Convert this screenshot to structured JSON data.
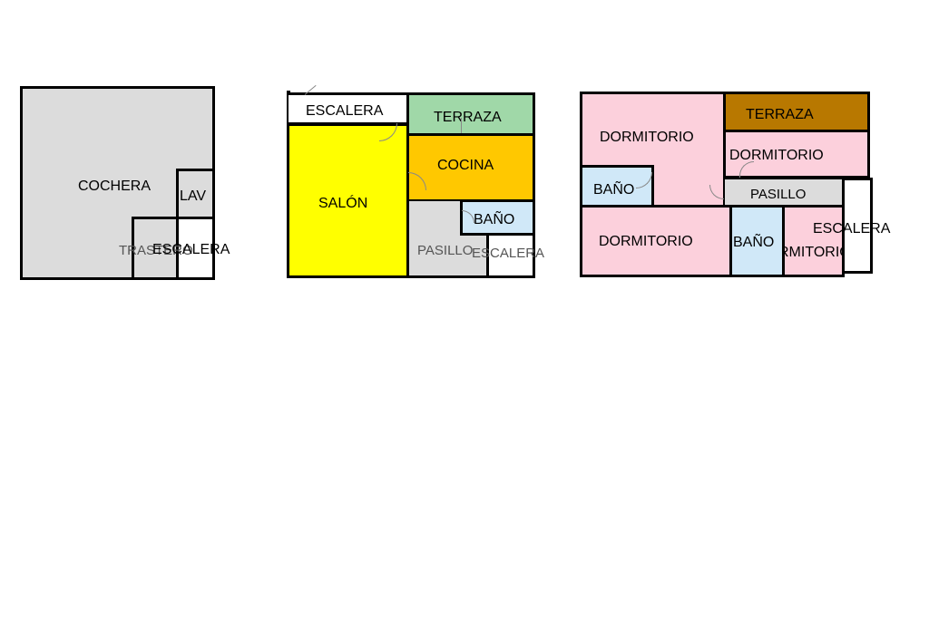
{
  "floor_plan_1": {
    "cochera": "COCHERA",
    "lav": "LAV",
    "trastero": "TRASTERO",
    "escalera": "ESCALERA"
  },
  "floor_plan_2": {
    "escalera_top": "ESCALERA",
    "terraza": "TERRAZA",
    "cocina": "COCINA",
    "salon": "SALÓN",
    "bano": "BAÑO",
    "pasillo": "PASILLO",
    "escalera_bottom": "ESCALERA"
  },
  "floor_plan_3": {
    "dormitorio_large": "DORMITORIO",
    "terraza": "TERRAZA",
    "dormitorio_right": "DORMITORIO",
    "bano_left": "BAÑO",
    "pasillo": "PASILLO",
    "dormitorio_bottom": "DORMITORIO",
    "bano_bottom": "BAÑO",
    "dormitorio_small": "DORMITORIO",
    "escalera": "ESCALERA"
  },
  "colors": {
    "gray_room": "#dcdcdc",
    "salon": "#ffff00",
    "cocina": "#ffc800",
    "terraza_green": "#a0d8a8",
    "bano": "#d0e8f8",
    "dormitorio": "#fcd0dc",
    "terraza_brown": "#b87800",
    "white": "#ffffff"
  }
}
